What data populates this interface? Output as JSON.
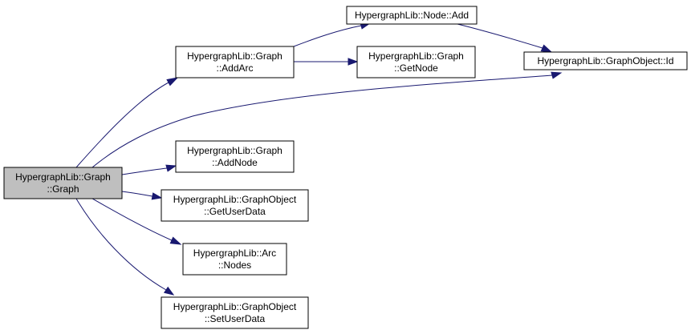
{
  "colors": {
    "edge": "#191970",
    "root_fill": "#bfbfbf",
    "node_fill": "#ffffff",
    "node_border": "#000000"
  },
  "nodes": {
    "graph_ctor": {
      "line1": "HypergraphLib::Graph",
      "line2": "::Graph",
      "root": true
    },
    "add_arc": {
      "line1": "HypergraphLib::Graph",
      "line2": "::AddArc"
    },
    "node_add": {
      "line1": "HypergraphLib::Node::Add"
    },
    "get_node": {
      "line1": "HypergraphLib::Graph",
      "line2": "::GetNode"
    },
    "graphobject_id": {
      "line1": "HypergraphLib::GraphObject::Id"
    },
    "add_node": {
      "line1": "HypergraphLib::Graph",
      "line2": "::AddNode"
    },
    "get_user_data": {
      "line1": "HypergraphLib::GraphObject",
      "line2": "::GetUserData"
    },
    "arc_nodes": {
      "line1": "HypergraphLib::Arc",
      "line2": "::Nodes"
    },
    "set_user_data": {
      "line1": "HypergraphLib::GraphObject",
      "line2": "::SetUserData"
    }
  },
  "edges": [
    {
      "from": "graph_ctor",
      "to": "add_arc"
    },
    {
      "from": "graph_ctor",
      "to": "graphobject_id"
    },
    {
      "from": "graph_ctor",
      "to": "add_node"
    },
    {
      "from": "graph_ctor",
      "to": "get_user_data"
    },
    {
      "from": "graph_ctor",
      "to": "arc_nodes"
    },
    {
      "from": "graph_ctor",
      "to": "set_user_data"
    },
    {
      "from": "add_arc",
      "to": "node_add"
    },
    {
      "from": "add_arc",
      "to": "get_node"
    },
    {
      "from": "node_add",
      "to": "graphobject_id"
    }
  ]
}
